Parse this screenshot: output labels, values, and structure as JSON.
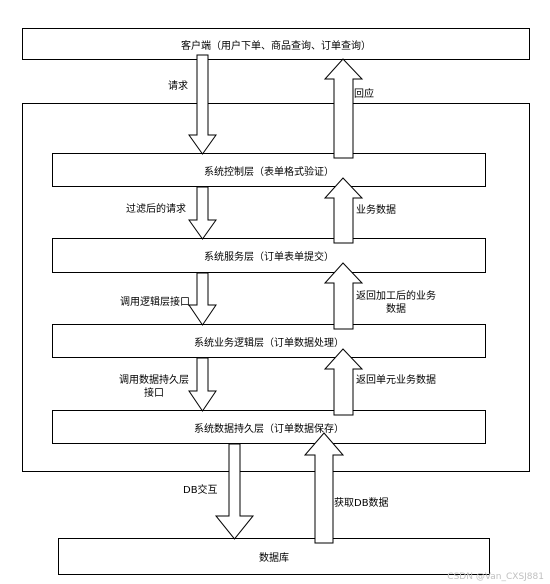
{
  "layers": {
    "client": "客户端（用户下单、商品查询、订单查询）",
    "controller": "系统控制层（表单格式验证）",
    "service": "系统服务层（订单表单提交）",
    "business": "系统业务逻辑层（订单数据处理）",
    "persistence": "系统数据持久层（订单数据保存）",
    "database": "数据库"
  },
  "labels": {
    "request": "请求",
    "response": "回应",
    "filtered_request": "过滤后的请求",
    "business_data": "业务数据",
    "call_logic_interface": "调用逻辑层接口",
    "return_processed_data": "返回加工后的业务数据",
    "call_persistence_interface": "调用数据持久层接口",
    "return_unit_data": "返回单元业务数据",
    "db_interaction": "DB交互",
    "get_db_data": "获取DB数据"
  },
  "watermark": "CSDN @Van_CXSJ881"
}
